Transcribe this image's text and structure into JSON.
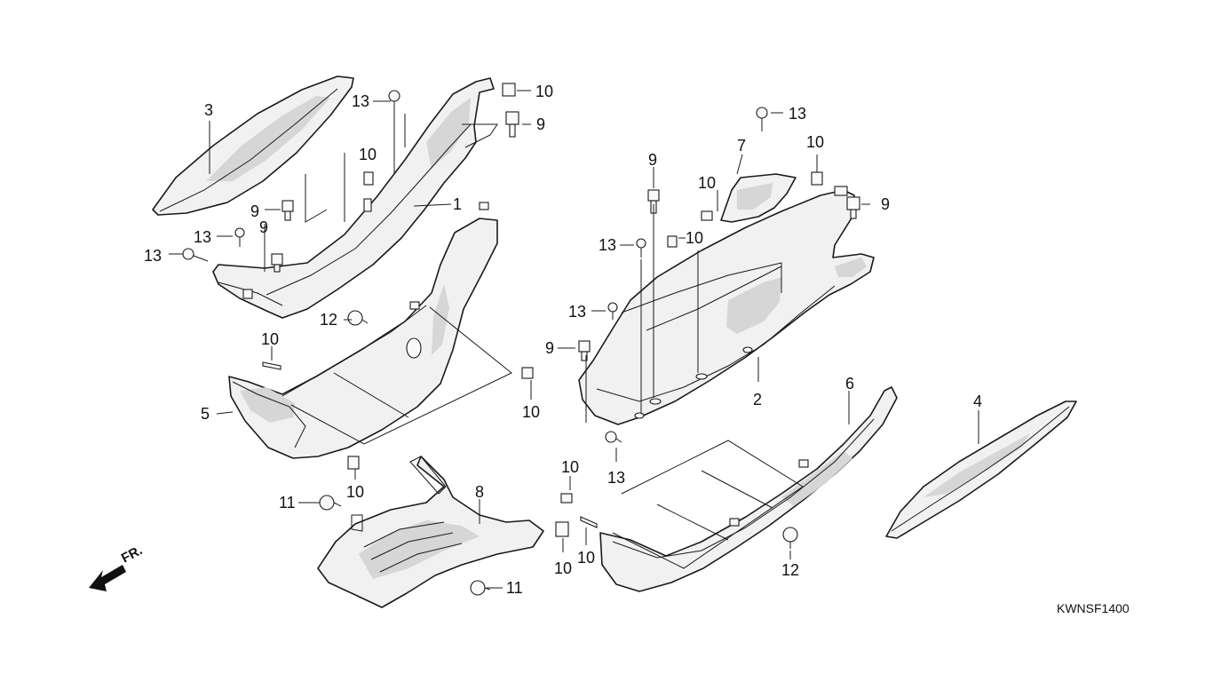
{
  "diagram_code": "KWNSF1400",
  "direction_label": "FR.",
  "callouts": {
    "c1": "1",
    "c2": "2",
    "c3": "3",
    "c4": "4",
    "c5": "5",
    "c6": "6",
    "c7": "7",
    "c8": "8",
    "c9a": "9",
    "c9b": "9",
    "c9c": "9",
    "c9d": "9",
    "c9e": "9",
    "c9f": "9",
    "c10a": "10",
    "c10b": "10",
    "c10c": "10",
    "c10d": "10",
    "c10e": "10",
    "c10f": "10",
    "c10g": "10",
    "c10h": "10",
    "c10i": "10",
    "c10j": "10",
    "c10k": "10",
    "c11a": "11",
    "c11b": "11",
    "c12a": "12",
    "c12b": "12",
    "c13a": "13",
    "c13b": "13",
    "c13c": "13",
    "c13d": "13",
    "c13e": "13",
    "c13f": "13",
    "c13g": "13"
  },
  "icons": {
    "direction": "front-direction-arrow-icon"
  }
}
